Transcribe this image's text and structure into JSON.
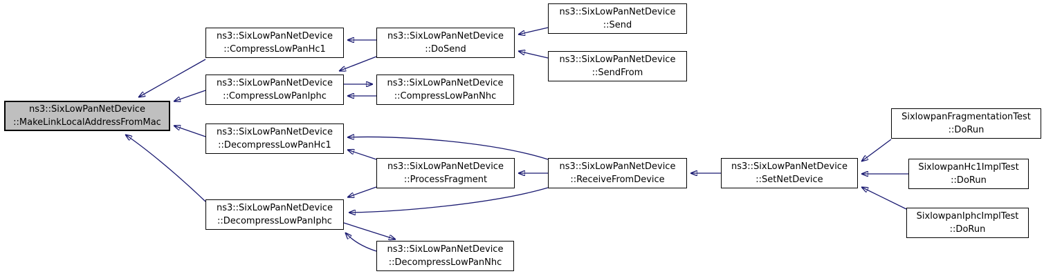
{
  "diagram": {
    "type": "caller-graph",
    "background_color": "#ffffff",
    "edge_color": "#191970",
    "node_fill_color": "#ffffff",
    "node_border_color": "#000000",
    "highlight_node_fill_color": "#bfbfbf",
    "text_color": "#000000",
    "nodes": {
      "main": {
        "line1": "ns3::SixLowPanNetDevice",
        "line2": "::MakeLinkLocalAddressFromMac"
      },
      "compress_hc1": {
        "line1": "ns3::SixLowPanNetDevice",
        "line2": "::CompressLowPanHc1"
      },
      "compress_iphc": {
        "line1": "ns3::SixLowPanNetDevice",
        "line2": "::CompressLowPanIphc"
      },
      "compress_nhc": {
        "line1": "ns3::SixLowPanNetDevice",
        "line2": "::CompressLowPanNhc"
      },
      "do_send": {
        "line1": "ns3::SixLowPanNetDevice",
        "line2": "::DoSend"
      },
      "send": {
        "line1": "ns3::SixLowPanNetDevice",
        "line2": "::Send"
      },
      "send_from": {
        "line1": "ns3::SixLowPanNetDevice",
        "line2": "::SendFrom"
      },
      "decompress_hc1": {
        "line1": "ns3::SixLowPanNetDevice",
        "line2": "::DecompressLowPanHc1"
      },
      "process_fragment": {
        "line1": "ns3::SixLowPanNetDevice",
        "line2": "::ProcessFragment"
      },
      "decompress_iphc": {
        "line1": "ns3::SixLowPanNetDevice",
        "line2": "::DecompressLowPanIphc"
      },
      "decompress_nhc": {
        "line1": "ns3::SixLowPanNetDevice",
        "line2": "::DecompressLowPanNhc"
      },
      "receive_from_device": {
        "line1": "ns3::SixLowPanNetDevice",
        "line2": "::ReceiveFromDevice"
      },
      "set_net_device": {
        "line1": "ns3::SixLowPanNetDevice",
        "line2": "::SetNetDevice"
      },
      "frag_test": {
        "line1": "SixlowpanFragmentationTest",
        "line2": "::DoRun"
      },
      "hc1_test": {
        "line1": "SixlowpanHc1ImplTest",
        "line2": "::DoRun"
      },
      "iphc_test": {
        "line1": "SixlowpanIphcImplTest",
        "line2": "::DoRun"
      }
    },
    "edges": [
      {
        "from": "CompressLowPanHc1",
        "to": "MakeLinkLocalAddressFromMac"
      },
      {
        "from": "CompressLowPanIphc",
        "to": "MakeLinkLocalAddressFromMac"
      },
      {
        "from": "DecompressLowPanHc1",
        "to": "MakeLinkLocalAddressFromMac"
      },
      {
        "from": "DecompressLowPanIphc",
        "to": "MakeLinkLocalAddressFromMac"
      },
      {
        "from": "DoSend",
        "to": "CompressLowPanHc1"
      },
      {
        "from": "DoSend",
        "to": "CompressLowPanIphc"
      },
      {
        "from": "CompressLowPanIphc",
        "to": "CompressLowPanNhc"
      },
      {
        "from": "CompressLowPanNhc",
        "to": "CompressLowPanIphc"
      },
      {
        "from": "Send",
        "to": "DoSend"
      },
      {
        "from": "SendFrom",
        "to": "DoSend"
      },
      {
        "from": "ProcessFragment",
        "to": "DecompressLowPanHc1"
      },
      {
        "from": "ProcessFragment",
        "to": "DecompressLowPanIphc"
      },
      {
        "from": "ReceiveFromDevice",
        "to": "DecompressLowPanHc1"
      },
      {
        "from": "ReceiveFromDevice",
        "to": "ProcessFragment"
      },
      {
        "from": "ReceiveFromDevice",
        "to": "DecompressLowPanIphc"
      },
      {
        "from": "DecompressLowPanIphc",
        "to": "DecompressLowPanNhc"
      },
      {
        "from": "DecompressLowPanNhc",
        "to": "DecompressLowPanIphc"
      },
      {
        "from": "SetNetDevice",
        "to": "ReceiveFromDevice"
      },
      {
        "from": "SixlowpanFragmentationTest::DoRun",
        "to": "SetNetDevice"
      },
      {
        "from": "SixlowpanHc1ImplTest::DoRun",
        "to": "SetNetDevice"
      },
      {
        "from": "SixlowpanIphcImplTest::DoRun",
        "to": "SetNetDevice"
      }
    ]
  }
}
